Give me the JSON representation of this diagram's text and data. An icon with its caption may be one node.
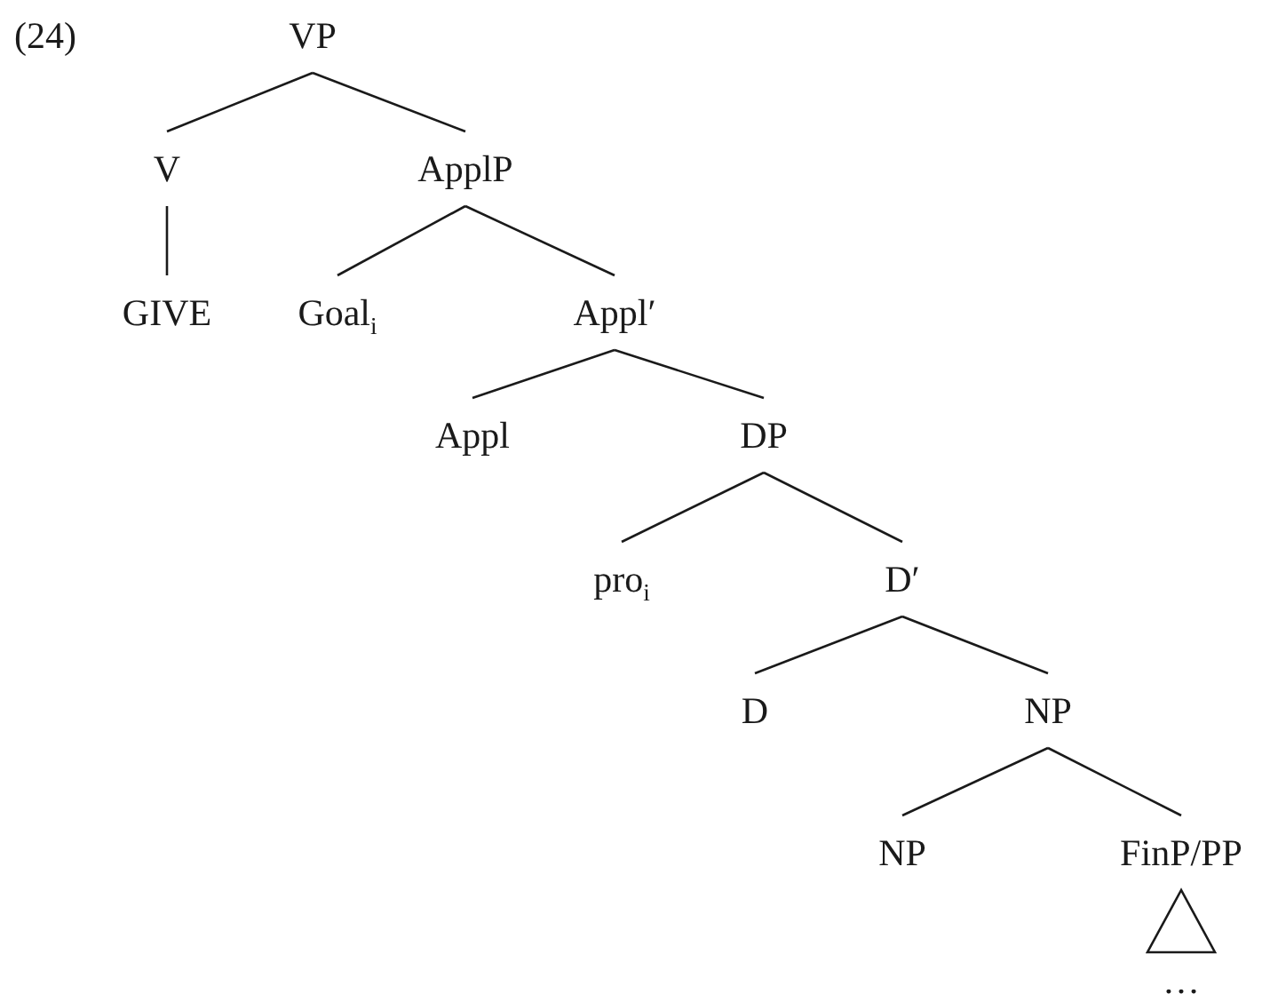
{
  "diagram": {
    "nodes": [
      {
        "text": [
          "VP"
        ]
      },
      {
        "text": [
          "V"
        ]
      },
      {
        "text": [
          "ApplP"
        ]
      },
      {
        "text": [
          "GIVE"
        ]
      },
      {
        "text": [
          "Goal$_{i}$"
        ]
      },
      {
        "text": [
          "Appl′"
        ]
      },
      {
        "text": [
          "Appl"
        ]
      },
      {
        "text": [
          "DP"
        ]
      },
      {
        "text": [
          "pro$_{i}$"
        ]
      },
      {
        "text": [
          "D′"
        ]
      },
      {
        "text": [
          "D"
        ]
      },
      {
        "text": [
          "NP"
        ]
      },
      {
        "text": [
          "NP"
        ]
      },
      {
        "text": [
          "FinP/PP"
        ]
      },
      {
        "text": [
          "…"
        ]
      }
    ],
    "edges": [
      {
        "from": 0,
        "to": 1,
        "arrow": "none"
      },
      {
        "from": 0,
        "to": 2,
        "arrow": "none"
      },
      {
        "from": 1,
        "to": 3,
        "arrow": "none"
      },
      {
        "from": 2,
        "to": 4,
        "arrow": "none"
      },
      {
        "from": 2,
        "to": 5,
        "arrow": "none"
      },
      {
        "from": 5,
        "to": 6,
        "arrow": "none"
      },
      {
        "from": 5,
        "to": 7,
        "arrow": "none"
      },
      {
        "from": 7,
        "to": 8,
        "arrow": "none"
      },
      {
        "from": 7,
        "to": 9,
        "arrow": "none"
      },
      {
        "from": 9,
        "to": 10,
        "arrow": "none"
      },
      {
        "from": 9,
        "to": 11,
        "arrow": "none"
      },
      {
        "from": 11,
        "to": 12,
        "arrow": "none"
      },
      {
        "from": 11,
        "to": 13,
        "arrow": "none"
      },
      {
        "from": 13,
        "to": 14,
        "arrow": "none"
      }
    ],
    "labels": [
      "(24)"
    ]
  }
}
